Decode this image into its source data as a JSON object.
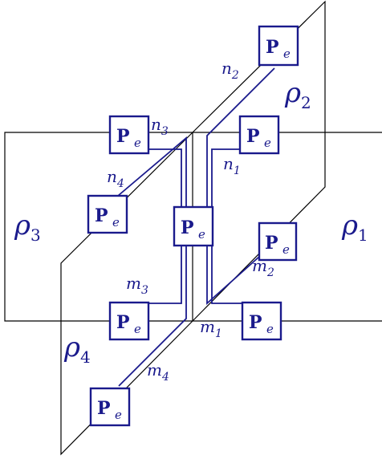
{
  "colors": {
    "line": "#000000",
    "accent": "#1a1a8c"
  },
  "operator": {
    "symbol": "P",
    "subscript": "e"
  },
  "planes": [
    {
      "id": "rho1",
      "letter": "ρ",
      "sub": "1"
    },
    {
      "id": "rho2",
      "letter": "ρ",
      "sub": "2"
    },
    {
      "id": "rho3",
      "letter": "ρ",
      "sub": "3"
    },
    {
      "id": "rho4",
      "letter": "ρ",
      "sub": "4"
    }
  ],
  "wires": [
    {
      "id": "n1",
      "letter": "n",
      "sub": "1"
    },
    {
      "id": "n2",
      "letter": "n",
      "sub": "2"
    },
    {
      "id": "n3",
      "letter": "n",
      "sub": "3"
    },
    {
      "id": "n4",
      "letter": "n",
      "sub": "4"
    },
    {
      "id": "m1",
      "letter": "m",
      "sub": "1"
    },
    {
      "id": "m2",
      "letter": "m",
      "sub": "2"
    },
    {
      "id": "m3",
      "letter": "m",
      "sub": "3"
    },
    {
      "id": "m4",
      "letter": "m",
      "sub": "4"
    }
  ]
}
